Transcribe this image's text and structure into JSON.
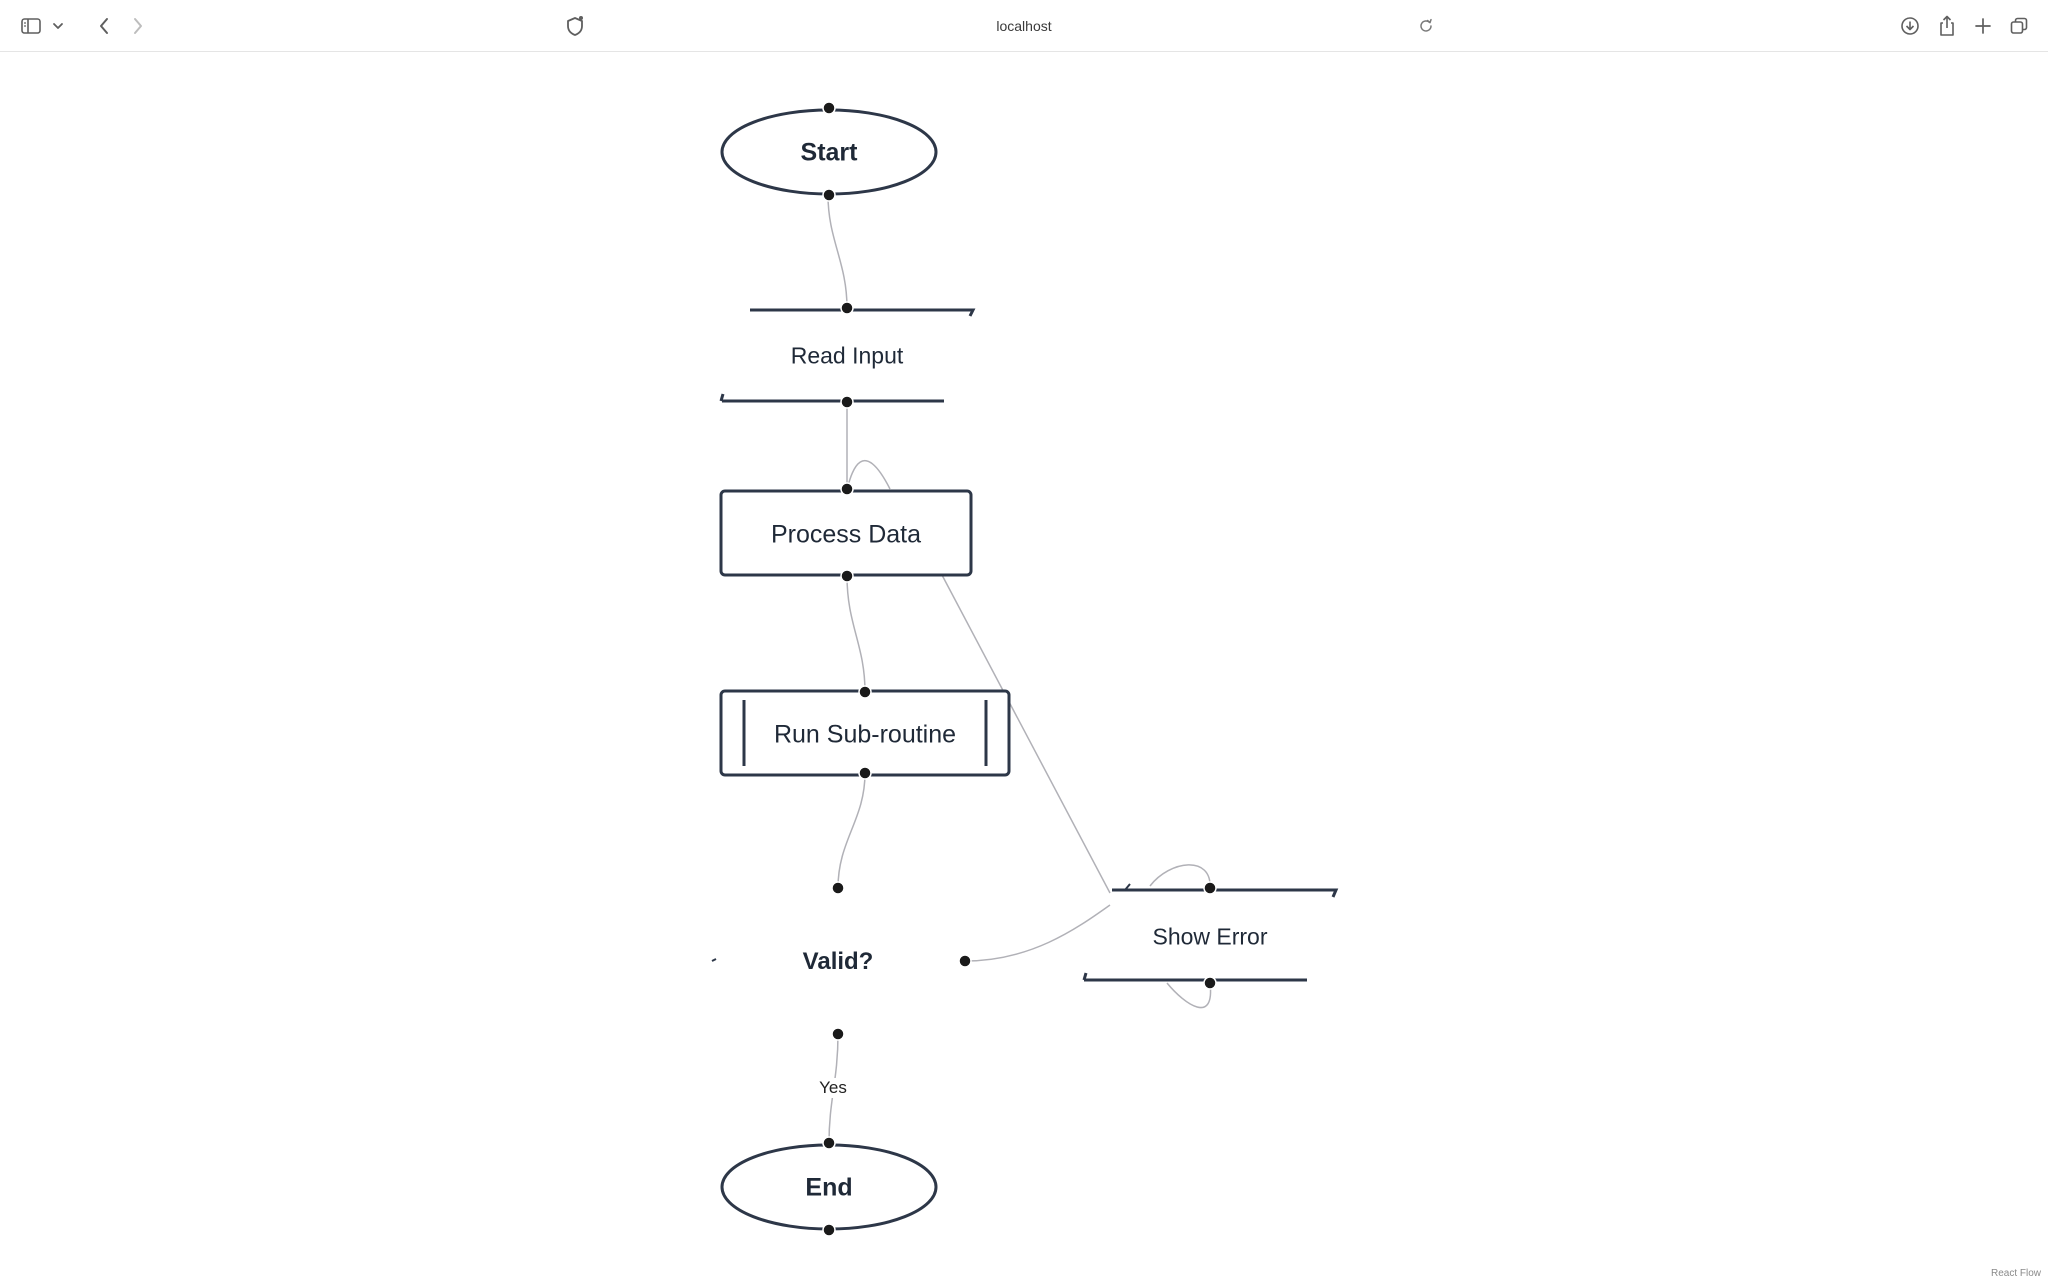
{
  "browser": {
    "url": "localhost",
    "icons": {
      "sidebar": "sidebar-icon",
      "back": "chevron-left-icon",
      "forward": "chevron-right-icon",
      "shield": "shield-icon",
      "reload": "reload-icon",
      "download": "download-icon",
      "share": "share-icon",
      "new_tab": "plus-icon",
      "tabs": "tabs-overview-icon"
    }
  },
  "flow": {
    "nodes": {
      "start": "Start",
      "read_input": "Read Input",
      "process_data": "Process Data",
      "run_subroutine": "Run Sub-routine",
      "valid": "Valid?",
      "show_error": "Show Error",
      "end": "End"
    },
    "edge_labels": {
      "yes": "Yes"
    },
    "colors": {
      "node_border": "#2d3748",
      "edge": "#b1b1b7",
      "handle": "#1a1a1a"
    }
  },
  "attribution": "React Flow"
}
